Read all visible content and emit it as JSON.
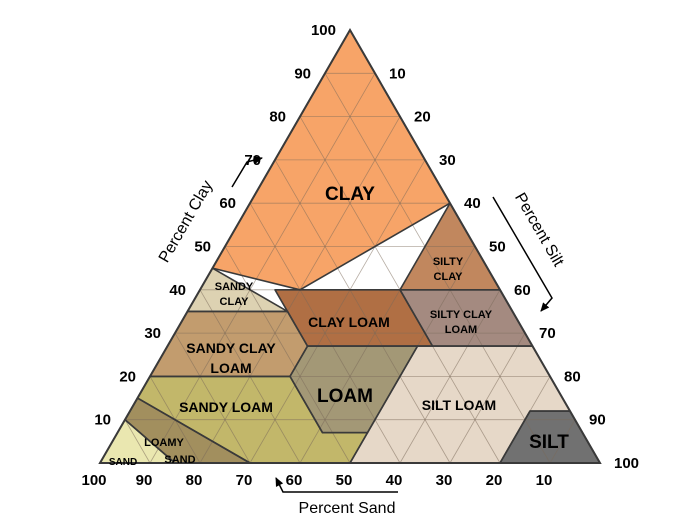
{
  "diagram": {
    "axes": {
      "clay": {
        "title": "Percent Clay",
        "ticks": [
          "10",
          "20",
          "30",
          "40",
          "50",
          "60",
          "70",
          "80",
          "90",
          "100"
        ]
      },
      "silt": {
        "title": "Percent Silt",
        "ticks": [
          "10",
          "20",
          "30",
          "40",
          "50",
          "60",
          "70",
          "80",
          "90",
          "100"
        ]
      },
      "sand": {
        "title": "Percent Sand",
        "ticks": [
          "100",
          "90",
          "80",
          "70",
          "60",
          "50",
          "40",
          "30",
          "20",
          "10"
        ]
      }
    },
    "regions": [
      {
        "id": "clay",
        "label": "CLAY",
        "color": "#f7a468",
        "vertices": [
          [
            0,
            100,
            0
          ],
          [
            55,
            45,
            0
          ],
          [
            40,
            40,
            20
          ],
          [
            0,
            60,
            40
          ]
        ]
      },
      {
        "id": "silty-clay",
        "label": "SILTY CLAY",
        "color": "#c1875e",
        "vertices": [
          [
            0,
            60,
            40
          ],
          [
            20,
            40,
            40
          ],
          [
            0,
            40,
            60
          ]
        ]
      },
      {
        "id": "sandy-clay",
        "label": "SANDY CLAY",
        "color": "#ddd2b2",
        "vertices": [
          [
            55,
            45,
            0
          ],
          [
            65,
            35,
            0
          ],
          [
            45,
            35,
            20
          ]
        ]
      },
      {
        "id": "clay-loam",
        "label": "CLAY LOAM",
        "color": "#b06f44",
        "vertices": [
          [
            45,
            40,
            15
          ],
          [
            45,
            27,
            28
          ],
          [
            20,
            27,
            53
          ],
          [
            20,
            40,
            40
          ]
        ]
      },
      {
        "id": "silty-clay-loam",
        "label": "SILTY CLAY LOAM",
        "color": "#a48a80",
        "vertices": [
          [
            20,
            40,
            40
          ],
          [
            20,
            27,
            53
          ],
          [
            0,
            27,
            73
          ],
          [
            0,
            40,
            60
          ]
        ]
      },
      {
        "id": "sandy-clay-loam",
        "label": "SANDY CLAY LOAM",
        "color": "#c29c6e",
        "vertices": [
          [
            65,
            35,
            0
          ],
          [
            80,
            20,
            0
          ],
          [
            52,
            20,
            28
          ],
          [
            45,
            27,
            28
          ],
          [
            45,
            35,
            20
          ]
        ]
      },
      {
        "id": "loam",
        "label": "LOAM",
        "color": "#a39876",
        "vertices": [
          [
            45,
            27,
            28
          ],
          [
            52,
            20,
            28
          ],
          [
            52,
            7,
            41
          ],
          [
            43,
            7,
            50
          ],
          [
            23,
            27,
            50
          ]
        ]
      },
      {
        "id": "silt-loam",
        "label": "SILT LOAM",
        "color": "#e6d8c8",
        "vertices": [
          [
            50,
            0,
            50
          ],
          [
            20,
            0,
            80
          ],
          [
            8,
            12,
            80
          ],
          [
            0,
            12,
            88
          ],
          [
            0,
            27,
            73
          ],
          [
            23,
            27,
            50
          ]
        ]
      },
      {
        "id": "silt",
        "label": "SILT",
        "color": "#717171",
        "vertices": [
          [
            20,
            0,
            80
          ],
          [
            0,
            0,
            100
          ],
          [
            0,
            12,
            88
          ],
          [
            8,
            12,
            80
          ]
        ]
      },
      {
        "id": "sandy-loam",
        "label": "SANDY LOAM",
        "color": "#c2b76a",
        "vertices": [
          [
            80,
            20,
            0
          ],
          [
            85,
            15,
            0
          ],
          [
            70,
            0,
            30
          ],
          [
            50,
            0,
            50
          ],
          [
            43,
            7,
            50
          ],
          [
            52,
            7,
            41
          ],
          [
            52,
            20,
            28
          ]
        ]
      },
      {
        "id": "loamy-sand",
        "label": "LOAMY SAND",
        "color": "#a28f5e",
        "vertices": [
          [
            85,
            15,
            0
          ],
          [
            90,
            10,
            0
          ],
          [
            85,
            0,
            15
          ],
          [
            70,
            0,
            30
          ]
        ]
      },
      {
        "id": "sand",
        "label": "SAND",
        "color": "#eae7b0",
        "vertices": [
          [
            90,
            10,
            0
          ],
          [
            100,
            0,
            0
          ],
          [
            85,
            0,
            15
          ]
        ]
      }
    ]
  }
}
